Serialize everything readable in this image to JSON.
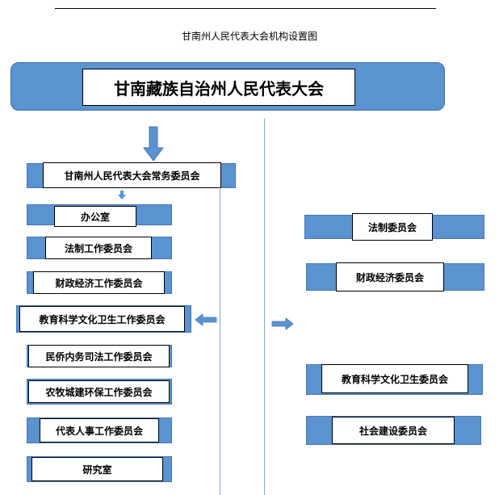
{
  "page_title": "甘南州人民代表大会机构设置图",
  "top_body": "甘南藏族自治州人民代表大会",
  "standing_committee": "甘南州人民代表大会常务委员会",
  "standing_units": [
    "办公室",
    "法制工作委员会",
    "财政经济工作委员会",
    "教育科学文化卫生工作委员会",
    "民侨内务司法工作委员会",
    "农牧城建环保工作委员会",
    "代表人事工作委员会",
    "研究室"
  ],
  "special_committees": [
    "法制委员会",
    "财政经济委员会",
    "教育科学文化卫生委员会",
    "社会建设委员会"
  ],
  "colors": {
    "accent": "#5b92d0",
    "line": "#7aa7d8"
  }
}
